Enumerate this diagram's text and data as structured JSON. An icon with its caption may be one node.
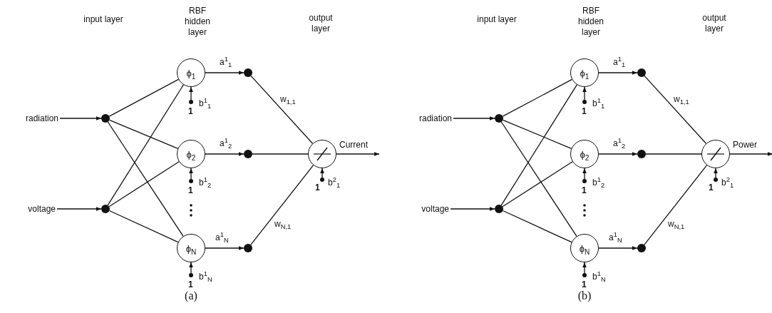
{
  "diagram": {
    "nodes": [
      {
        "text": [
          "radiation"
        ]
      },
      {
        "text": [
          "voltage"
        ]
      },
      {
        "text": [],
        "shape": "circle"
      },
      {
        "text": [],
        "shape": "circle"
      },
      {
        "text": [
          "ϕ$_{1}$"
        ]
      },
      {
        "text": [
          "ϕ$_{2}$"
        ]
      },
      {
        "text": [
          "ϕ$_{N}$"
        ]
      },
      {
        "text": [],
        "shape": "circle",
        "beside": [
          "1"
        ]
      },
      {
        "text": [],
        "shape": "circle",
        "beside": [
          "1"
        ]
      },
      {
        "text": [],
        "shape": "circle",
        "beside": [
          "1"
        ]
      },
      {
        "text": [],
        "shape": "circle"
      },
      {
        "text": [],
        "shape": "circle"
      },
      {
        "text": [],
        "shape": "circle"
      },
      {
        "text": [],
        "shape": "circle"
      },
      {
        "text": [],
        "shape": "circle",
        "beside": [
          "1"
        ]
      },
      {
        "text": [
          "radiation"
        ]
      },
      {
        "text": [
          "voltage"
        ]
      },
      {
        "text": [],
        "shape": "circle"
      },
      {
        "text": [],
        "shape": "circle"
      },
      {
        "text": [
          "ϕ$_{1}$"
        ]
      },
      {
        "text": [
          "ϕ$_{2}$"
        ]
      },
      {
        "text": [
          "ϕ$_{N}$"
        ]
      },
      {
        "text": [],
        "shape": "circle",
        "beside": [
          "1"
        ]
      },
      {
        "text": [],
        "shape": "circle",
        "beside": [
          "1"
        ]
      },
      {
        "text": [],
        "shape": "circle",
        "beside": [
          "1"
        ]
      },
      {
        "text": [],
        "shape": "circle"
      },
      {
        "text": [],
        "shape": "circle"
      },
      {
        "text": [],
        "shape": "circle"
      },
      {
        "text": [],
        "shape": "circle"
      },
      {
        "text": [],
        "shape": "circle",
        "beside": [
          "1"
        ]
      }
    ],
    "edges": [
      {
        "from": 0,
        "to": 2,
        "arrow": "to"
      },
      {
        "from": 1,
        "to": 3,
        "arrow": "to"
      },
      {
        "from": 2,
        "to": 4,
        "arrow": "none"
      },
      {
        "from": 2,
        "to": 5,
        "arrow": "none"
      },
      {
        "from": 2,
        "to": 6,
        "arrow": "none"
      },
      {
        "from": 3,
        "to": 4,
        "arrow": "none"
      },
      {
        "from": 3,
        "to": 5,
        "arrow": "none"
      },
      {
        "from": 3,
        "to": 6,
        "arrow": "none"
      },
      {
        "from": 7,
        "to": 4,
        "arrow": "to",
        "label": "b$^{1}$$_{1}$"
      },
      {
        "from": 8,
        "to": 5,
        "arrow": "to",
        "label": "b$^{1}$$_{2}$"
      },
      {
        "from": 9,
        "to": 6,
        "arrow": "to",
        "label": "b$^{1}$$_{N}$"
      },
      {
        "from": 4,
        "to": 10,
        "arrow": "to",
        "label": "a$^{1}$$_{1}$"
      },
      {
        "from": 5,
        "to": 11,
        "arrow": "to",
        "label": "a$^{1}$$_{2}$"
      },
      {
        "from": 6,
        "to": 12,
        "arrow": "to",
        "label": "a$^{1}$$_{N}$"
      },
      {
        "from": 10,
        "to": 13,
        "arrow": "none",
        "label": "w$_{1,1}$"
      },
      {
        "from": 11,
        "to": 13,
        "arrow": "none"
      },
      {
        "from": 12,
        "to": 13,
        "arrow": "none",
        "label": "w$_{N,1}$"
      },
      {
        "from": 14,
        "to": 13,
        "arrow": "to",
        "label": "b$^{2}$$_{1}$"
      },
      {
        "from": 13,
        "to": null,
        "arrow": "to",
        "label": "Current"
      },
      {
        "from": 15,
        "to": 17,
        "arrow": "to"
      },
      {
        "from": 16,
        "to": 18,
        "arrow": "to"
      },
      {
        "from": 17,
        "to": 19,
        "arrow": "none"
      },
      {
        "from": 17,
        "to": 20,
        "arrow": "none"
      },
      {
        "from": 17,
        "to": 21,
        "arrow": "none"
      },
      {
        "from": 18,
        "to": 19,
        "arrow": "none"
      },
      {
        "from": 18,
        "to": 20,
        "arrow": "none"
      },
      {
        "from": 18,
        "to": 21,
        "arrow": "none"
      },
      {
        "from": 22,
        "to": 19,
        "arrow": "to",
        "label": "b$^{1}$$_{1}$"
      },
      {
        "from": 23,
        "to": 20,
        "arrow": "to",
        "label": "b$^{1}$$_{2}$"
      },
      {
        "from": 24,
        "to": 21,
        "arrow": "to",
        "label": "b$^{1}$$_{N}$"
      },
      {
        "from": 19,
        "to": 25,
        "arrow": "to",
        "label": "a$^{1}$$_{1}$"
      },
      {
        "from": 20,
        "to": 26,
        "arrow": "to",
        "label": "a$^{1}$$_{2}$"
      },
      {
        "from": 21,
        "to": 27,
        "arrow": "to",
        "label": "a$^{1}$$_{N}$"
      },
      {
        "from": 25,
        "to": 28,
        "arrow": "none",
        "label": "w$_{1,1}$"
      },
      {
        "from": 26,
        "to": 28,
        "arrow": "none"
      },
      {
        "from": 27,
        "to": 28,
        "arrow": "none",
        "label": "w$_{N,1}$"
      },
      {
        "from": 29,
        "to": 28,
        "arrow": "to",
        "label": "b$^{2}$$_{1}$"
      },
      {
        "from": 28,
        "to": null,
        "arrow": "to",
        "label": "Power"
      }
    ],
    "labels": [
      "input layer",
      "RBF hidden layer",
      "output layer",
      "(a)",
      "input layer",
      "RBF hidden layer",
      "output layer",
      "(b)"
    ]
  }
}
